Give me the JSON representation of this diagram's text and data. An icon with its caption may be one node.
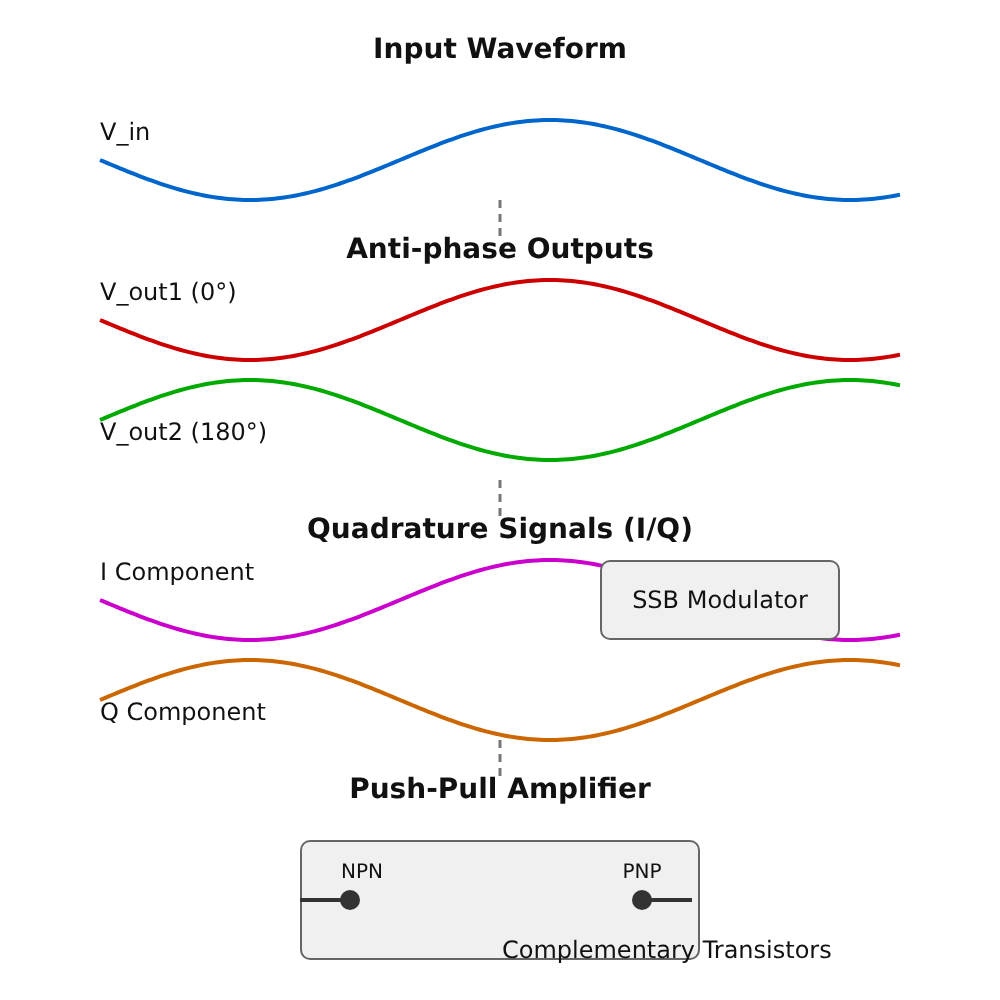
{
  "diagram": {
    "nodes": [
      {
        "text": [
          "SSB Modulator"
        ]
      },
      {
        "text": [
          "NPN",
          "PNP",
          "Complementary Transistors"
        ]
      }
    ],
    "labels": [
      "Input Waveform",
      "V_in",
      "Anti-phase Outputs",
      "V_out1 (0°)",
      "V_out2 (180°)",
      "Quadrature Signals (I/Q)",
      "I Component",
      "Q Component",
      "Push-Pull Amplifier"
    ]
  }
}
